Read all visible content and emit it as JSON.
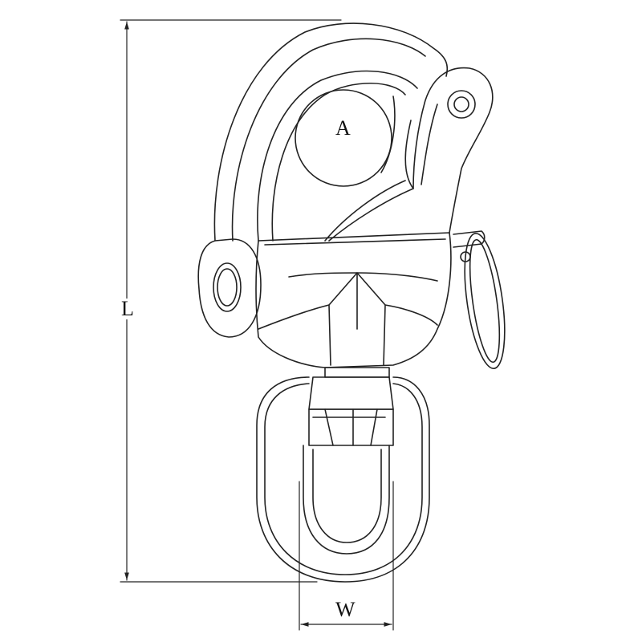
{
  "labels": {
    "opening": "A",
    "length": "L",
    "width": "W"
  },
  "colors": {
    "line": "#222222",
    "background": "#ffffff"
  }
}
